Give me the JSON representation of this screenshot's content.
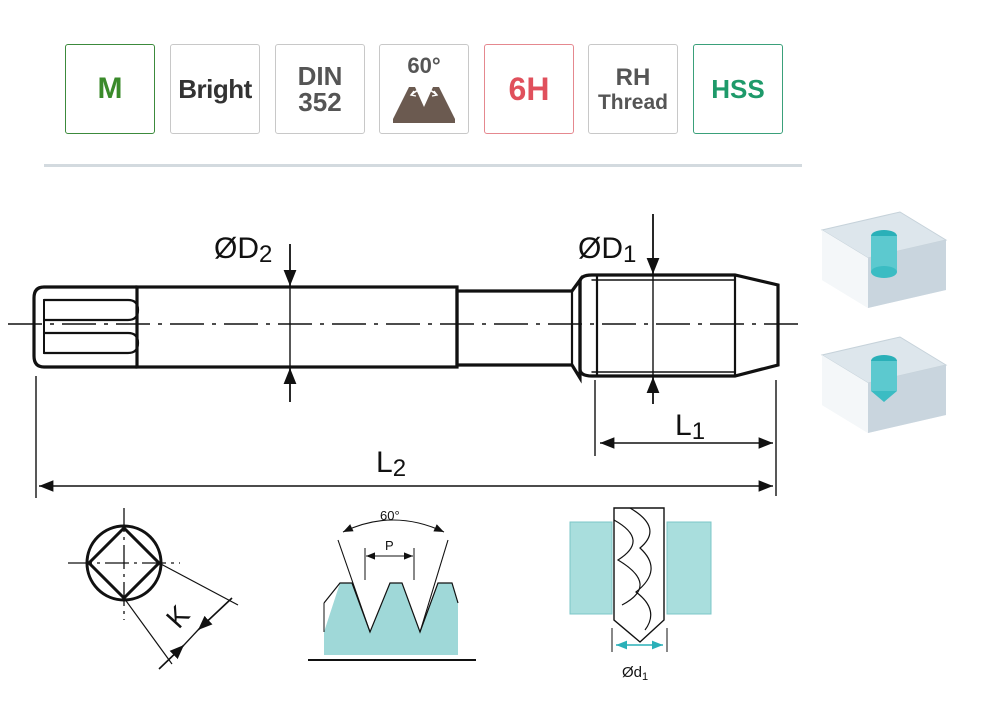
{
  "badges": {
    "m": "M",
    "bright": "Bright",
    "din_line1": "DIN",
    "din_line2": "352",
    "angle": "60°",
    "tolerance": "6H",
    "rh_line1": "RH",
    "rh_line2": "Thread",
    "material": "HSS"
  },
  "colors": {
    "badge_m": "#3a8a2a",
    "badge_6h": "#e0505c",
    "badge_hss": "#1e9a6a",
    "teal": "#2ab0b8",
    "teal_fill": "#9fd8d8",
    "triangle": "#6b5a50"
  },
  "labels": {
    "d2_symbol": "ØD",
    "d2_sub": "2",
    "d1_symbol": "ØD",
    "d1_sub": "1",
    "l1_symbol": "L",
    "l1_sub": "1",
    "l2_symbol": "L",
    "l2_sub": "2",
    "k": "K",
    "thread_angle": "60°",
    "pitch": "P",
    "drill_symbol": "Ød",
    "drill_sub": "1"
  },
  "icons": [
    "through-hole-icon",
    "blind-hole-icon",
    "thread-profile-icon",
    "square-end-icon",
    "drill-icon"
  ]
}
